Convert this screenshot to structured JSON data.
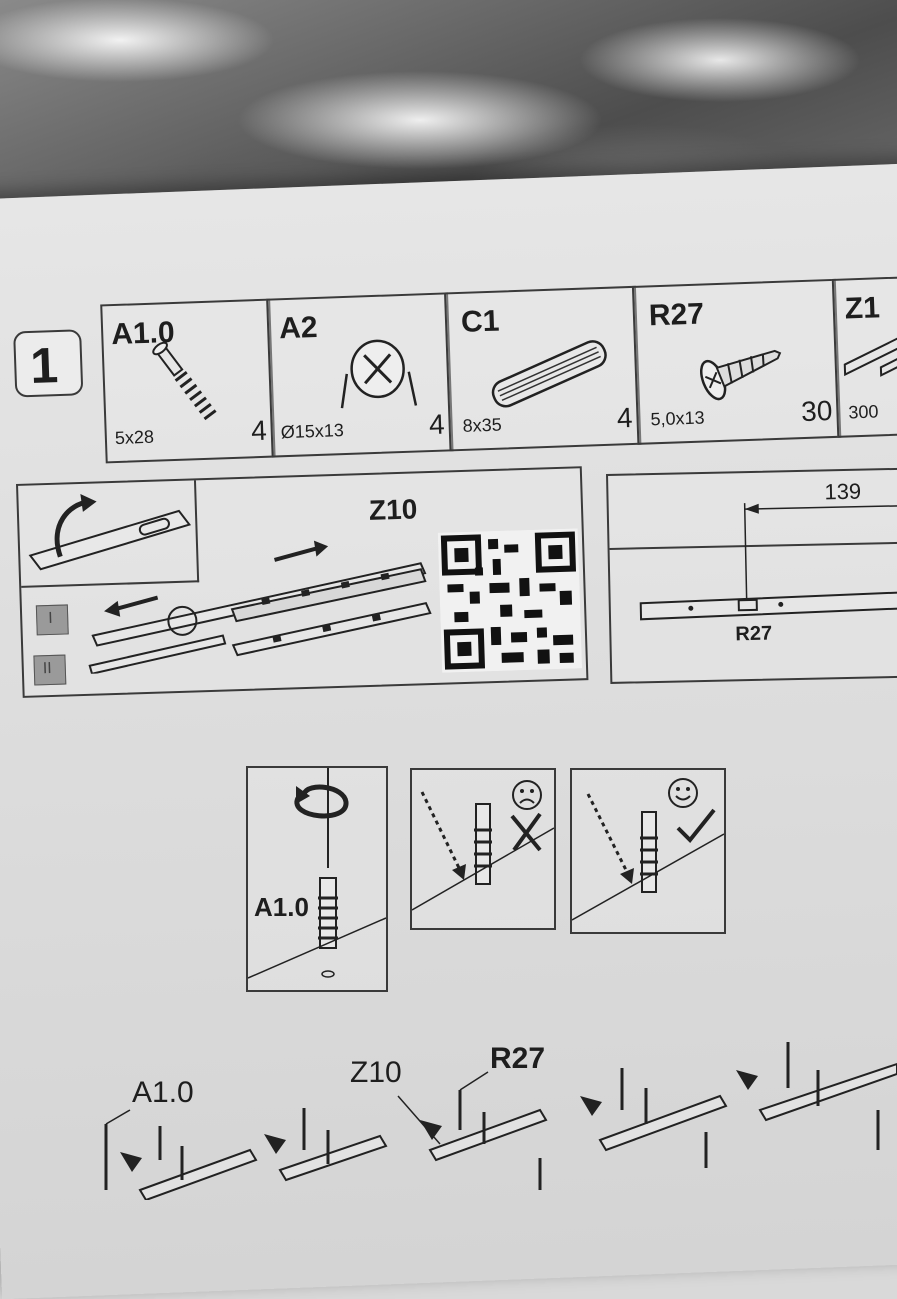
{
  "step": {
    "number": "1"
  },
  "parts": [
    {
      "code": "A1.0",
      "dimension": "5x28",
      "quantity": "4"
    },
    {
      "code": "A2",
      "dimension": "Ø15x13",
      "quantity": "4"
    },
    {
      "code": "C1",
      "dimension": "8x35",
      "quantity": "4"
    },
    {
      "code": "R27",
      "dimension": "5,0x13",
      "quantity": "30"
    },
    {
      "code": "Z1",
      "dimension": "300",
      "quantity": ""
    }
  ],
  "rail_panel": {
    "label": "Z10",
    "step_i": "I",
    "step_ii": "II",
    "icons": [
      "rotate-arrow-icon",
      "slide-arrow-icon",
      "qr-code-icon"
    ]
  },
  "dimension_panel": {
    "measure": "139",
    "screw_label": "R27"
  },
  "insertion": {
    "cam_label": "A1.0",
    "icons": [
      "rotate-icon",
      "sad-face-icon",
      "cross-icon",
      "happy-face-icon",
      "check-icon"
    ]
  },
  "bottom_labels": {
    "a1": "A1.0",
    "z10": "Z10",
    "r27": "R27"
  }
}
